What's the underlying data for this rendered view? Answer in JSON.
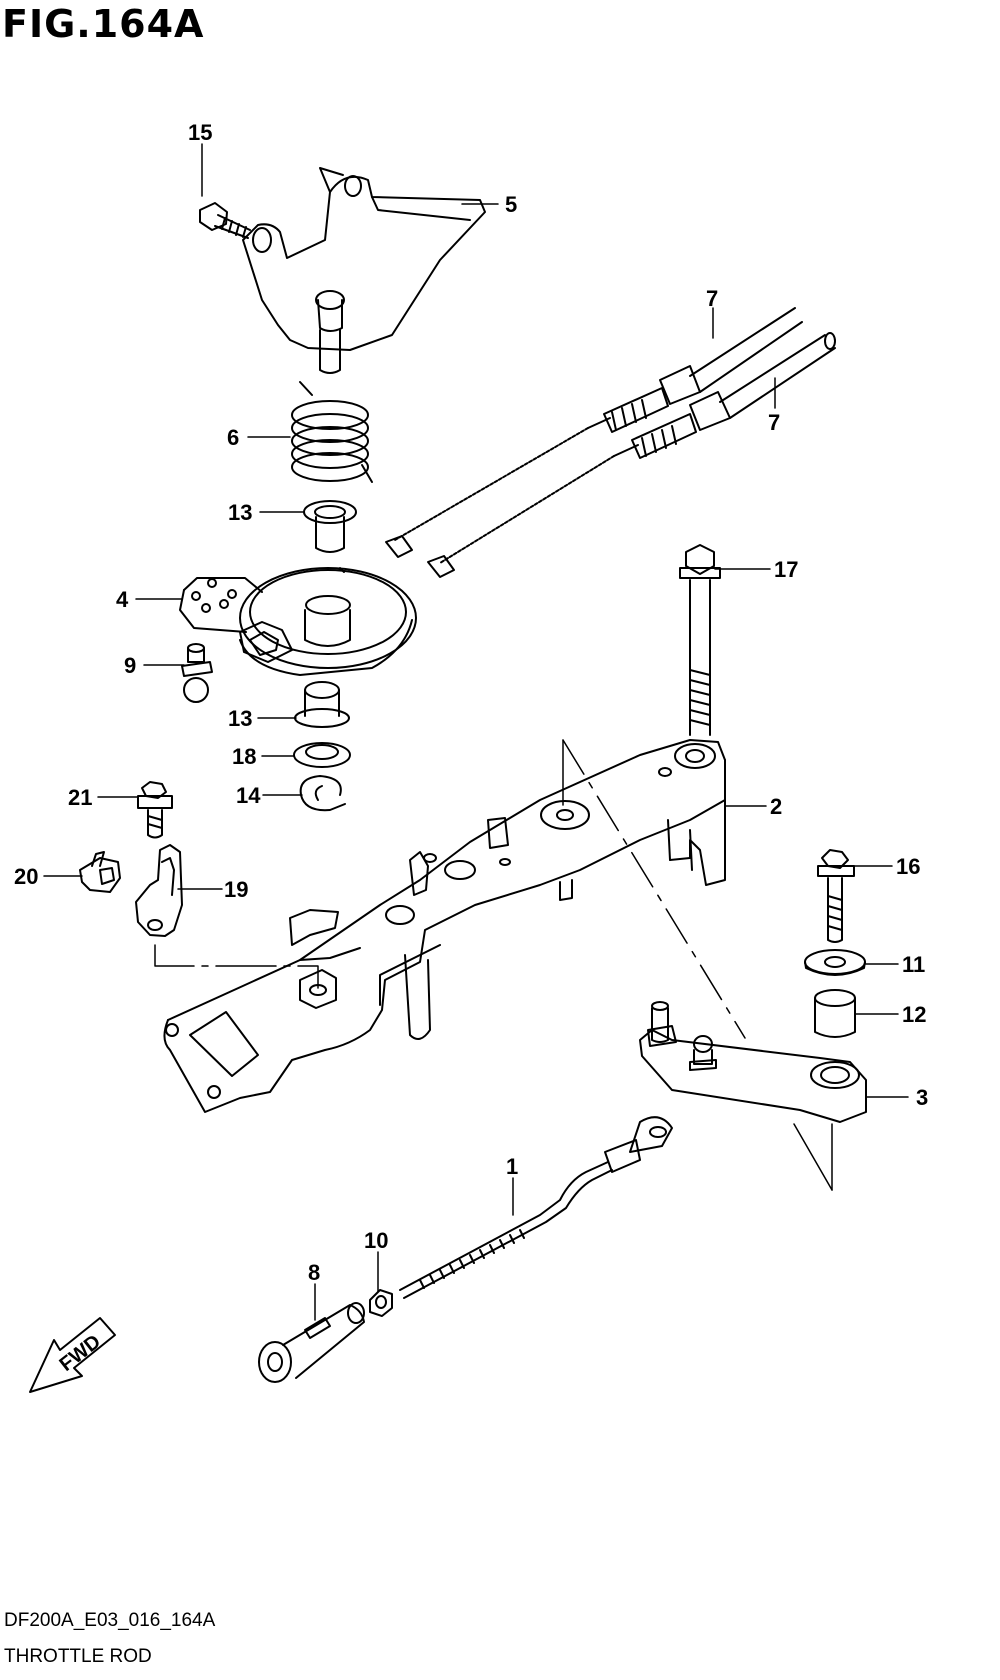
{
  "figure": {
    "title": "FIG.164A"
  },
  "footer": {
    "code": "DF200A_E03_016_164A",
    "name": "THROTTLE ROD"
  },
  "fwd_label": "FWD",
  "callouts": {
    "c15": "15",
    "c5": "5",
    "c7a": "7",
    "c7b": "7",
    "c6": "6",
    "c13a": "13",
    "c4": "4",
    "c9": "9",
    "c13b": "13",
    "c18": "18",
    "c14": "14",
    "c17": "17",
    "c2": "2",
    "c21": "21",
    "c20": "20",
    "c19": "19",
    "c16": "16",
    "c11": "11",
    "c12": "12",
    "c3": "3",
    "c1": "1",
    "c10": "10",
    "c8": "8"
  }
}
